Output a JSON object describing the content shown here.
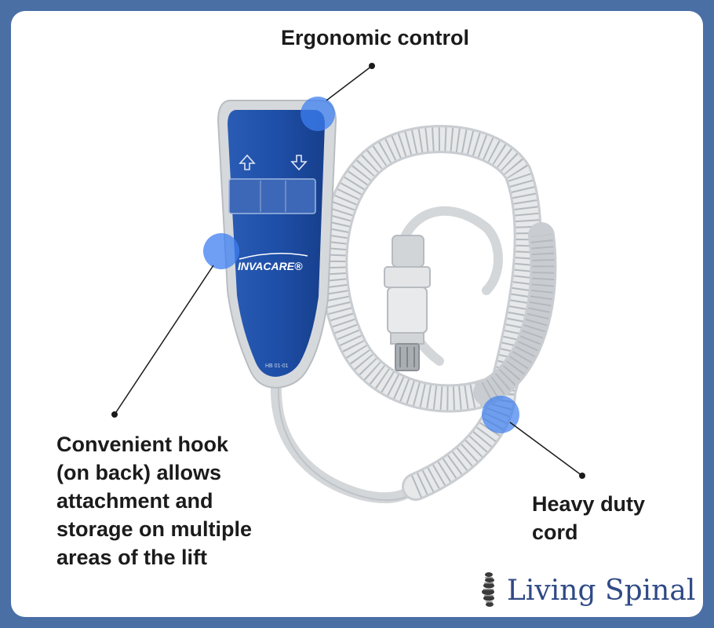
{
  "labels": {
    "top": "Ergonomic control",
    "left": "Convenient hook\n(on back) allows\nattachment and\nstorage on multiple\nareas of the lift",
    "right": "Heavy duty\ncord"
  },
  "device": {
    "brand": "INVACARE®",
    "model_code": "HB 01-01",
    "buttons": [
      "up-arrow-icon",
      "down-arrow-icon"
    ]
  },
  "watermark": {
    "text": "Living Spinal",
    "icon": "spine-icon"
  },
  "colors": {
    "frame": "#4a6fa5",
    "controller_body": "#1e4fa8",
    "controller_casing": "#d6d9dc",
    "cord": "#d9dcdf",
    "highlight": "#3d7ff0",
    "brand_text": "#2f4a86"
  }
}
